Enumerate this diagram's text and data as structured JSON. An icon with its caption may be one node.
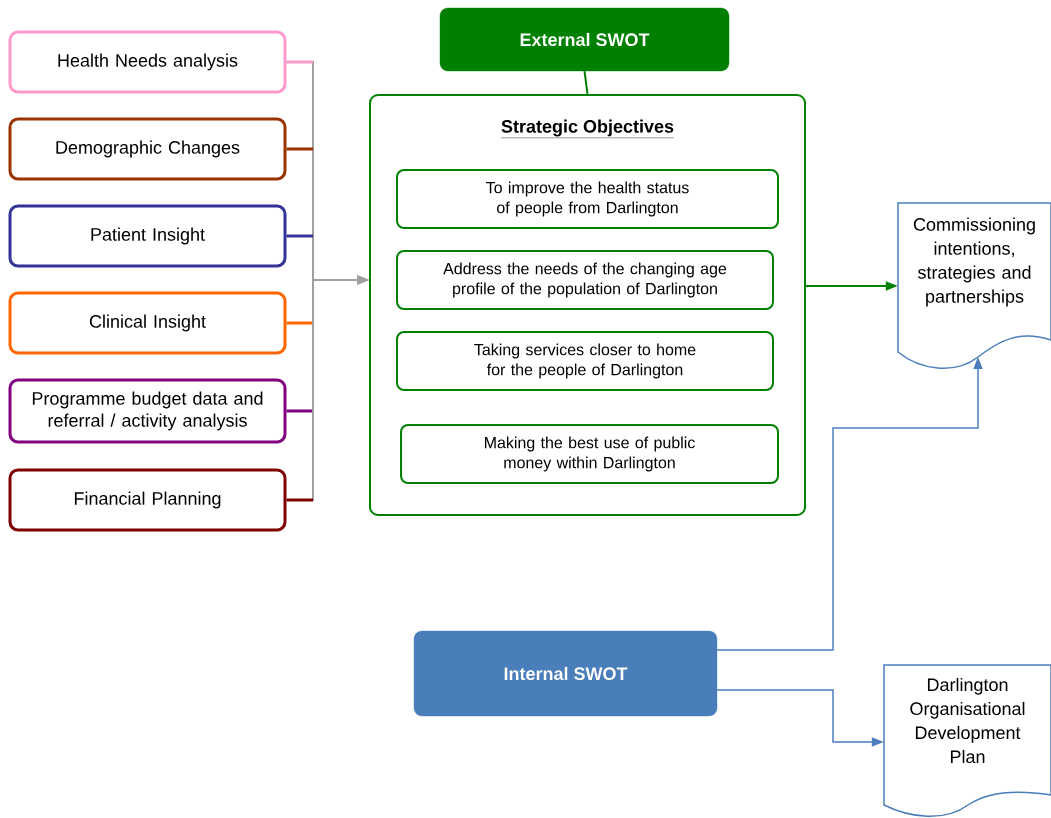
{
  "diagram": {
    "nodes": [
      {
        "text": [
          "Health Needs analysis"
        ]
      },
      {
        "text": [
          "Demographic Changes"
        ]
      },
      {
        "text": [
          "Patient Insight"
        ]
      },
      {
        "text": [
          "Clinical Insight"
        ]
      },
      {
        "text": [
          "Programme budget data and referral / activity analysis"
        ]
      },
      {
        "text": [
          "Financial Planning"
        ]
      },
      {
        "text": [
          "External SWOT"
        ]
      },
      {
        "text": [
          "Strategic Objectives"
        ]
      },
      {
        "text": [
          "To improve the health status of people from Darlington"
        ],
        "in": 7
      },
      {
        "text": [
          "Address the needs of the changing age profile of the population of Darlington"
        ],
        "in": 7
      },
      {
        "text": [
          "Taking services closer to home for the people of Darlington"
        ],
        "in": 7
      },
      {
        "text": [
          "Making the best use of public money within Darlington"
        ],
        "in": 7
      },
      {
        "text": [
          "Commissioning intentions, strategies and partnerships"
        ]
      },
      {
        "text": [
          "Internal SWOT"
        ]
      },
      {
        "text": [
          "Darlington Organisational Development Plan"
        ]
      }
    ],
    "edges": [
      {
        "from": 0,
        "to": 7,
        "arrow": "to",
        "color": "#a0a0a0"
      },
      {
        "from": 1,
        "to": 7,
        "arrow": "to",
        "color": "#a0a0a0"
      },
      {
        "from": 2,
        "to": 7,
        "arrow": "to",
        "color": "#a0a0a0"
      },
      {
        "from": 3,
        "to": 7,
        "arrow": "to",
        "color": "#a0a0a0"
      },
      {
        "from": 4,
        "to": 7,
        "arrow": "to",
        "color": "#a0a0a0"
      },
      {
        "from": 5,
        "to": 7,
        "arrow": "to",
        "color": "#a0a0a0"
      },
      {
        "from": 6,
        "to": 7,
        "arrow": "none",
        "color": "#008000"
      },
      {
        "from": 7,
        "to": 12,
        "arrow": "to",
        "color": "#008000"
      },
      {
        "from": 13,
        "to": 12,
        "arrow": "to",
        "color": "#4a7ebb"
      },
      {
        "from": 13,
        "to": 14,
        "arrow": "to",
        "color": "#4a7ebb"
      }
    ]
  }
}
